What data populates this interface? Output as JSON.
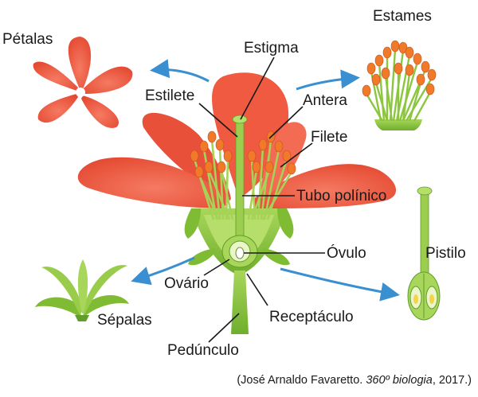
{
  "labels": {
    "petalas": "Pétalas",
    "estames": "Estames",
    "estigma": "Estigma",
    "estilete": "Estilete",
    "antera": "Antera",
    "filete": "Filete",
    "tubo_polinico": "Tubo polínico",
    "ovulo": "Óvulo",
    "pistilo": "Pistilo",
    "ovario": "Ovário",
    "sepalas": "Sépalas",
    "receptaculo": "Receptáculo",
    "pedunculo": "Pedúnculo"
  },
  "caption": {
    "open": "(José Arnaldo Favaretto. ",
    "book": "360º biologia",
    "close": ", 2017.)"
  },
  "colors": {
    "petal": "#f0624a",
    "petal_dark": "#d9452f",
    "green": "#8cc63f",
    "green_dark": "#5f9e2a",
    "anther": "#f07a2a",
    "arrow": "#3a8fd0"
  }
}
